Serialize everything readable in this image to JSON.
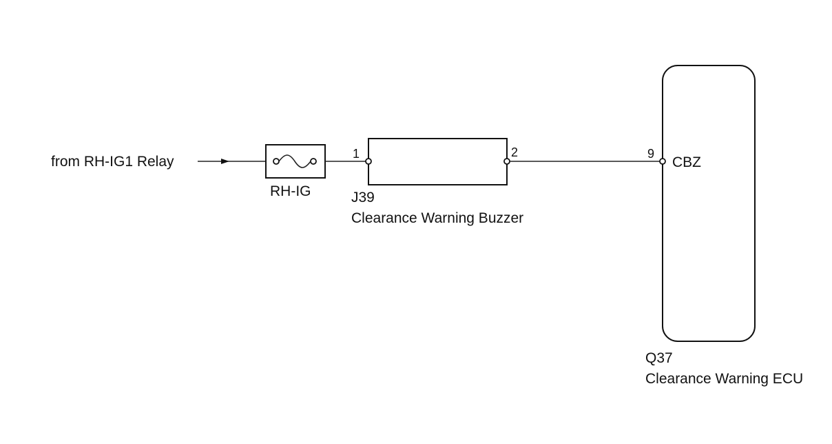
{
  "source": {
    "label": "from RH-IG1 Relay"
  },
  "fuse": {
    "label": "RH-IG"
  },
  "buzzer": {
    "code": "J39",
    "name": "Clearance Warning Buzzer",
    "pin_in": "1",
    "pin_out": "2"
  },
  "ecu": {
    "code": "Q37",
    "name": "Clearance Warning ECU",
    "pin": "9",
    "terminal": "CBZ"
  },
  "colors": {
    "line": "#222222",
    "background": "#ffffff"
  }
}
